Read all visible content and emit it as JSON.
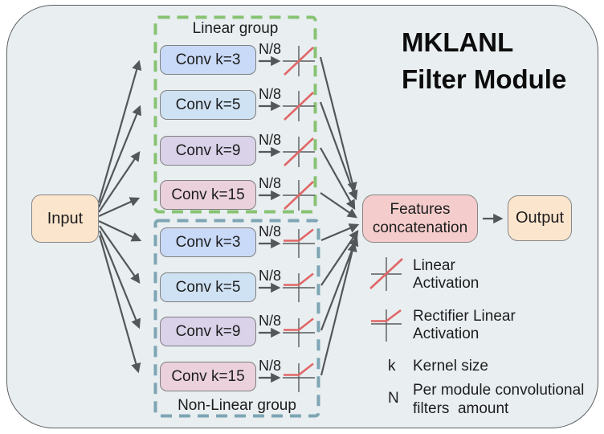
{
  "title": {
    "line1": "MKLANL",
    "line2": "Filter Module"
  },
  "input_label": "Input",
  "output_label": "Output",
  "concat": {
    "line1": "Features",
    "line2": "concatenation"
  },
  "filters_per_module_label": "N/8",
  "groups": {
    "linear": {
      "label": "Linear group",
      "activation": "linear",
      "convs": [
        {
          "label": "Conv k=3",
          "fill": "#c9daf8"
        },
        {
          "label": "Conv k=5",
          "fill": "#cfe2f3"
        },
        {
          "label": "Conv k=9",
          "fill": "#d9d2e9"
        },
        {
          "label": "Conv k=15",
          "fill": "#ead1dc"
        }
      ]
    },
    "nonlinear": {
      "label": "Non-Linear group",
      "activation": "rectifier-linear",
      "convs": [
        {
          "label": "Conv k=3",
          "fill": "#c9daf8"
        },
        {
          "label": "Conv k=5",
          "fill": "#cfe2f3"
        },
        {
          "label": "Conv k=9",
          "fill": "#d9d2e9"
        },
        {
          "label": "Conv k=15",
          "fill": "#ead1dc"
        }
      ]
    }
  },
  "legend": {
    "linear": {
      "line1": "Linear",
      "line2": "Activation"
    },
    "rectifier": {
      "line1": "Rectifier Linear",
      "line2": "Activation"
    },
    "kernel": {
      "symbol": "k",
      "label": "Kernel size"
    },
    "filters": {
      "symbol": "N",
      "line1": "Per module convolutional",
      "line2": "filters  amount"
    }
  },
  "colors": {
    "module_background": "#e9eef1",
    "module_border": "#5c6063",
    "input_output_fill": "#fce5cd",
    "concat_fill": "#f4cccc",
    "linear_group_border": "#87c373",
    "nonlinear_group_border": "#7da5b4",
    "arrow": "#53575a",
    "activation_red": "#e06666"
  }
}
